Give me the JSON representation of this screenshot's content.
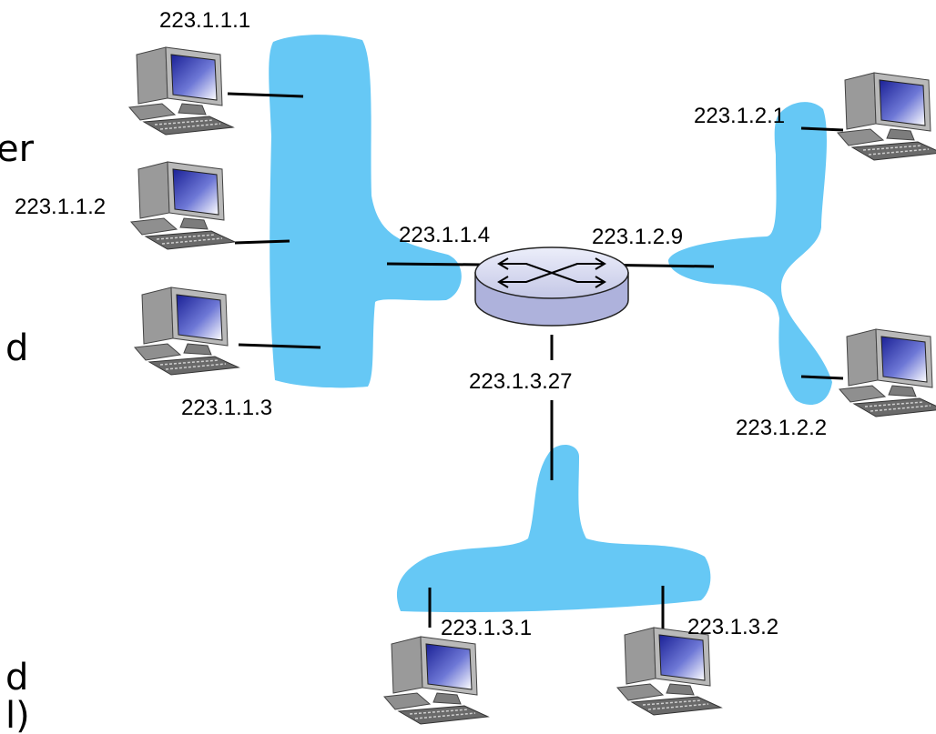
{
  "diagram": {
    "colors": {
      "network": "#66c8f5",
      "link": "#000000",
      "router_body": "#d6d8ef",
      "screen": "#2e3bbd",
      "computer_body": "#8a8a8a"
    },
    "truncated_text": [
      "er",
      "d",
      "d",
      "l)"
    ],
    "router": {
      "interfaces": [
        "223.1.1.4",
        "223.1.2.9",
        "223.1.3.27"
      ]
    },
    "subnet_1": {
      "hosts": [
        "223.1.1.1",
        "223.1.1.2",
        "223.1.1.3"
      ]
    },
    "subnet_2": {
      "hosts": [
        "223.1.2.1",
        "223.1.2.2"
      ]
    },
    "subnet_3": {
      "hosts": [
        "223.1.3.1",
        "223.1.3.2"
      ]
    }
  }
}
